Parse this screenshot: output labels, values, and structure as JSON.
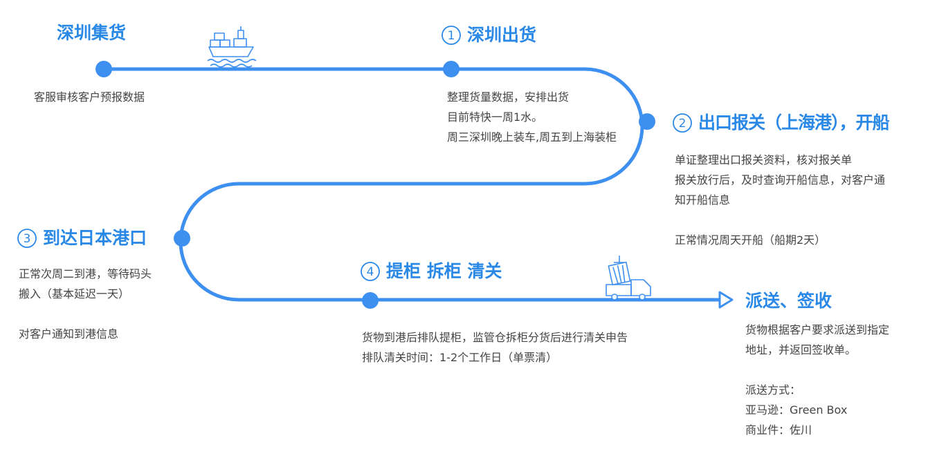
{
  "theme": {
    "accent": "#2a88e6",
    "line": "#3d8ff0",
    "text": "#444444"
  },
  "steps": [
    {
      "number": "",
      "title": "深圳集货",
      "desc": [
        "客服审核客户预报数据"
      ]
    },
    {
      "number": "1",
      "title": "深圳出货",
      "desc": [
        "整理货量数据，安排出货",
        "目前特快一周1水。",
        "周三深圳晚上装车,周五到上海装柜"
      ]
    },
    {
      "number": "2",
      "title": "出口报关（上海港），开船",
      "desc": [
        "单证整理出口报关资料，核对报关单",
        "报关放行后，及时查询开船信息，对客户通",
        "知开船信息",
        "",
        "正常情况周天开船（船期2天）"
      ]
    },
    {
      "number": "3",
      "title": "到达日本港口",
      "desc": [
        "正常次周二到港，等待码头",
        "搬入（基本延迟一天）",
        "",
        "对客户通知到港信息"
      ]
    },
    {
      "number": "4",
      "title": "提柜 拆柜 清关",
      "desc": [
        "货物到港后排队提柜，监管仓拆柜分货后进行清关申告",
        "排队清关时间：1-2个工作日（单票清）"
      ]
    },
    {
      "number": "",
      "title": "派送、签收",
      "desc": [
        "货物根据客户要求派送到指定",
        "地址，并返回签收单。",
        "",
        "派送方式：",
        "亚马逊：Green Box",
        "商业件：佐川"
      ]
    }
  ],
  "icons": [
    "ship-icon",
    "truck-crane-icon",
    "arrow-end-icon"
  ]
}
